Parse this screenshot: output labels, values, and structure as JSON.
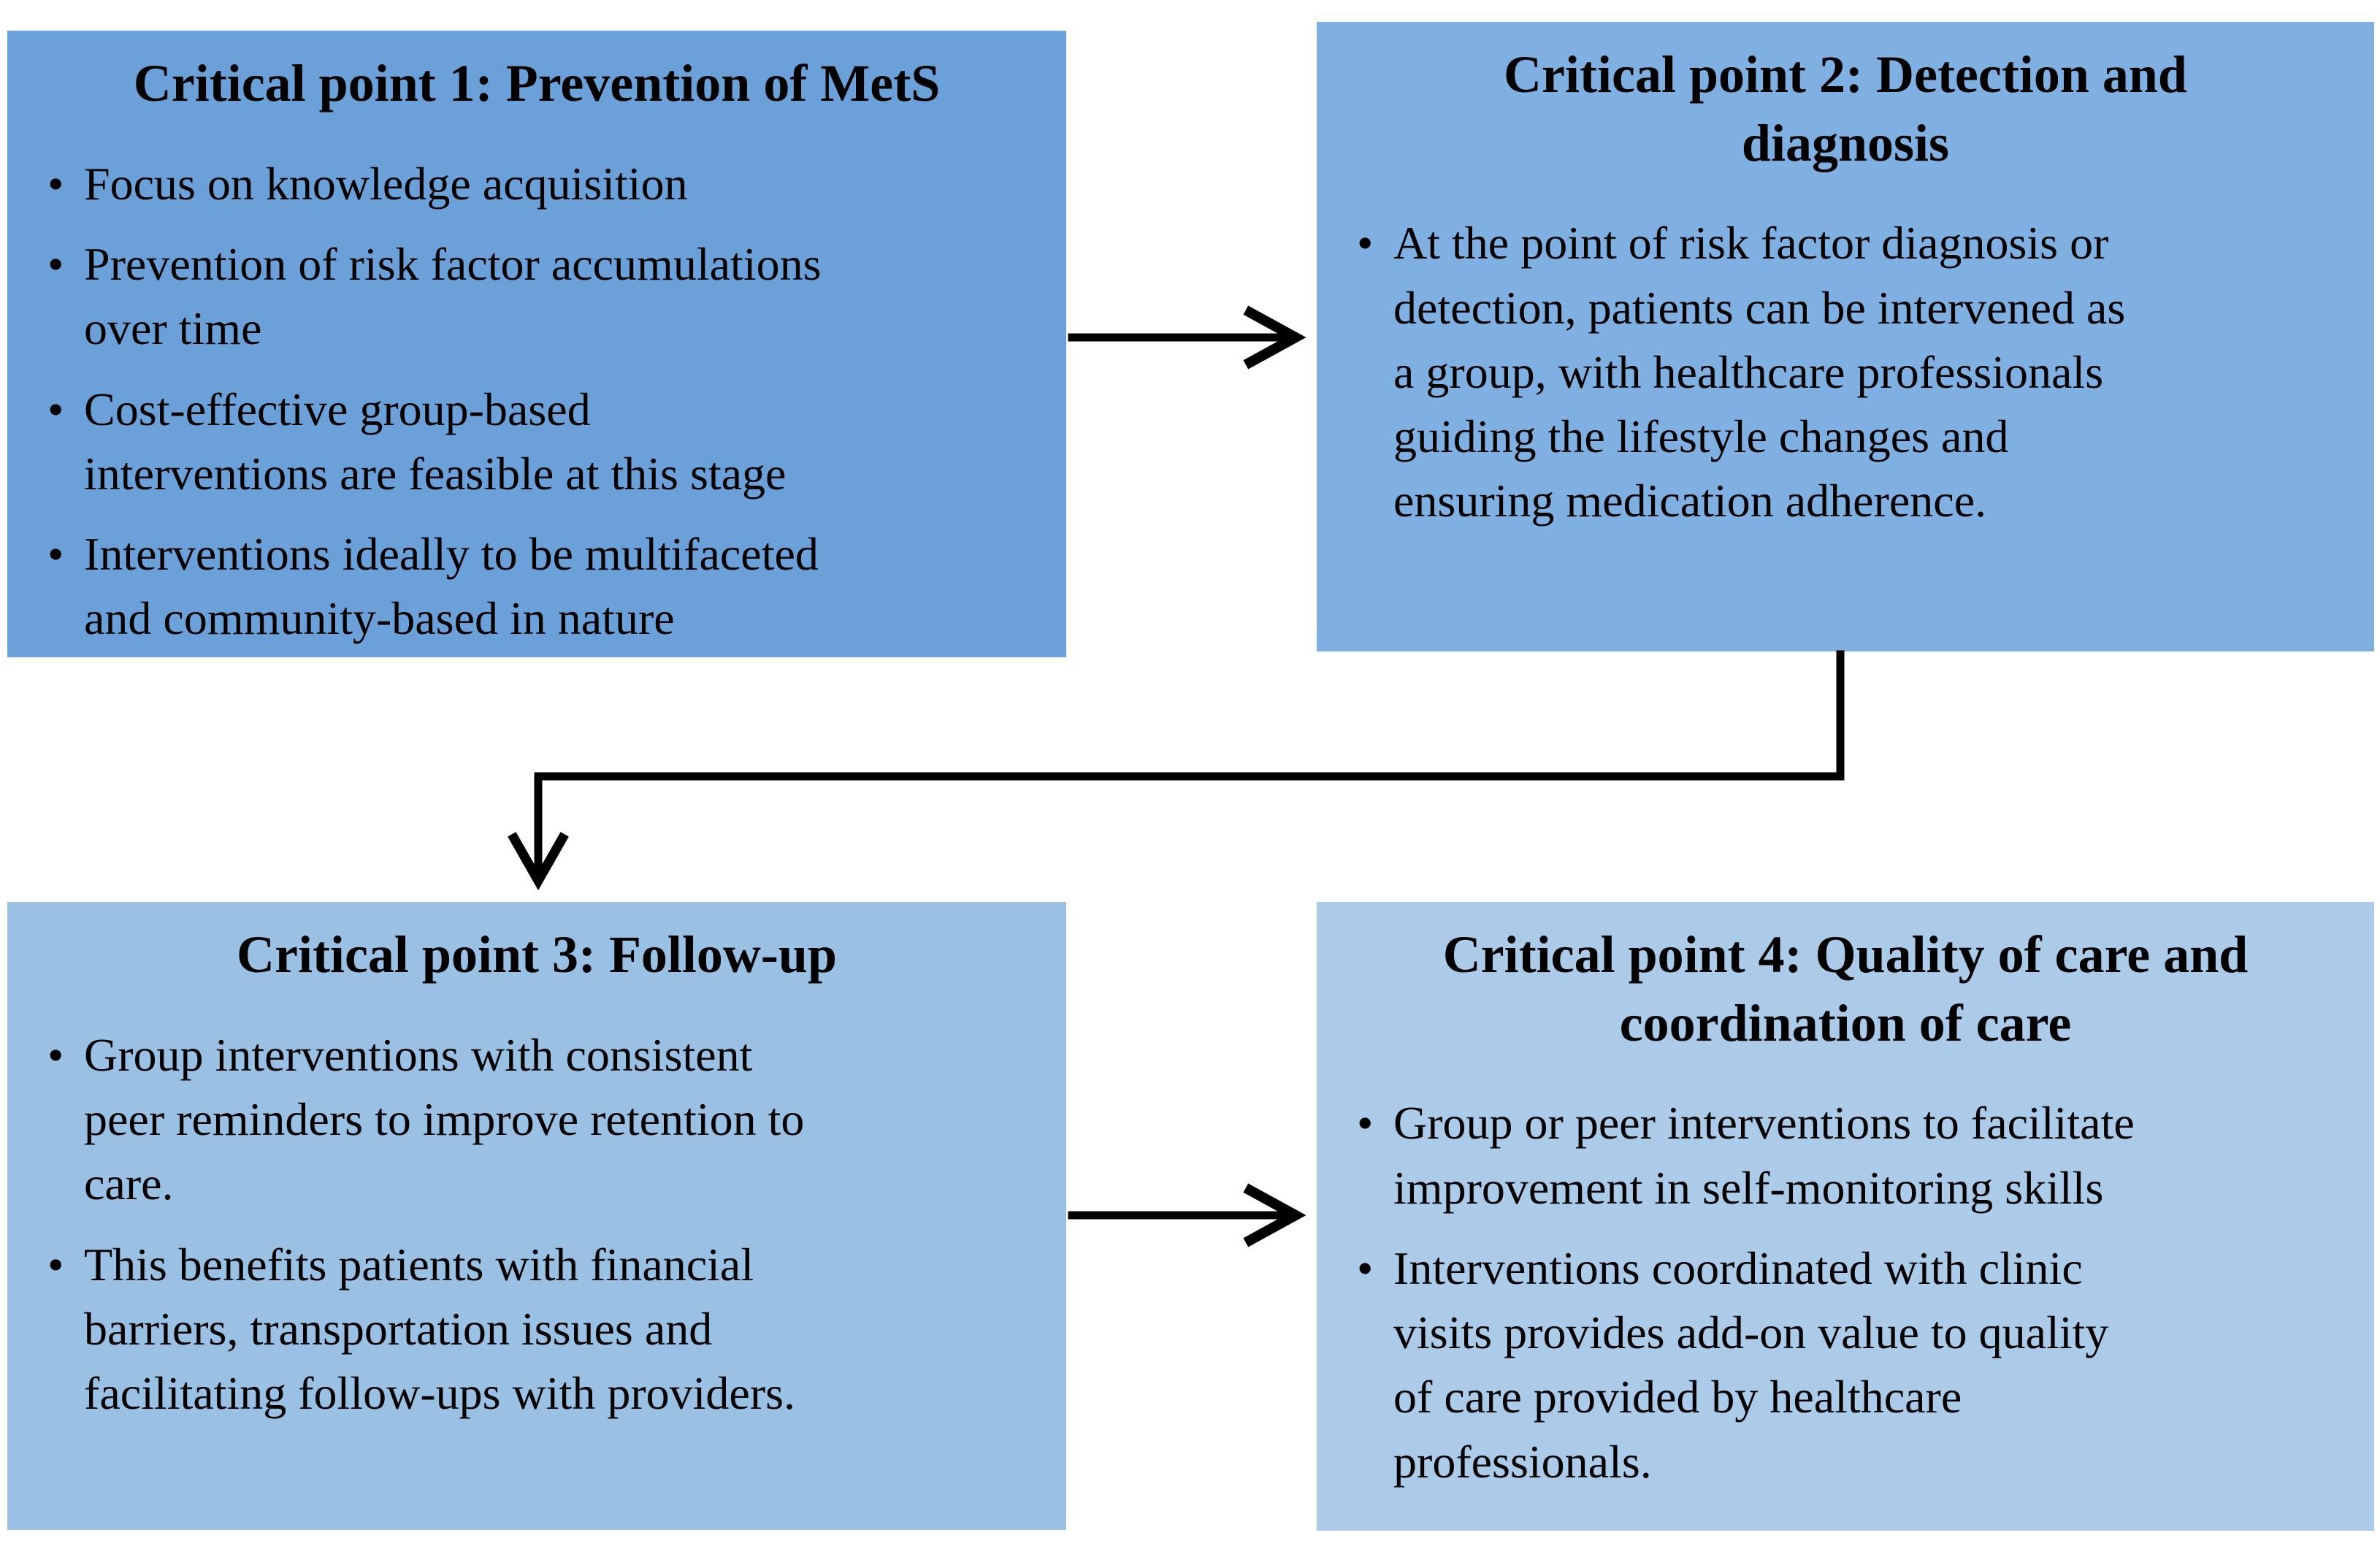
{
  "figure": {
    "background": "#ffffff",
    "text_color": "#000000",
    "arrow_color": "#000000",
    "boxes": [
      {
        "id": "critical-point-1",
        "bg": "#6BA1D8",
        "title": "Critical point 1: Prevention of MetS",
        "bullets": [
          "Focus on knowledge acquisition",
          "Prevention of risk factor accumulations\nover time",
          "Cost-effective group-based\ninterventions are feasible at this stage",
          "Interventions ideally to be multifaceted\nand community-based in nature"
        ]
      },
      {
        "id": "critical-point-2",
        "bg": "#7FB0E1",
        "title": "Critical point 2: Detection and\ndiagnosis",
        "bullets": [
          "At the point of risk factor diagnosis or\ndetection, patients can be intervened as\na group, with healthcare professionals\nguiding the lifestyle changes and\nensuring medication adherence."
        ]
      },
      {
        "id": "critical-point-3",
        "bg": "#9AC0E4",
        "title": "Critical point 3: Follow-up",
        "bullets": [
          "Group interventions with consistent\npeer reminders to improve retention to\ncare.",
          "This benefits patients with financial\nbarriers, transportation issues and\nfacilitating follow-ups with providers."
        ]
      },
      {
        "id": "critical-point-4",
        "bg": "#ABCBE9",
        "title": "Critical point 4: Quality of care and\ncoordination of care",
        "bullets": [
          "Group or peer interventions to facilitate\nimprovement in self-monitoring skills",
          "Interventions coordinated with clinic\nvisits provides add-on value to quality\nof care provided by healthcare\nprofessionals."
        ]
      }
    ],
    "arrows": [
      {
        "from": "critical-point-1",
        "to": "critical-point-2",
        "shape": "straight-right"
      },
      {
        "from": "critical-point-2",
        "to": "critical-point-3",
        "shape": "elbow-down-left-down"
      },
      {
        "from": "critical-point-3",
        "to": "critical-point-4",
        "shape": "straight-right"
      }
    ]
  }
}
